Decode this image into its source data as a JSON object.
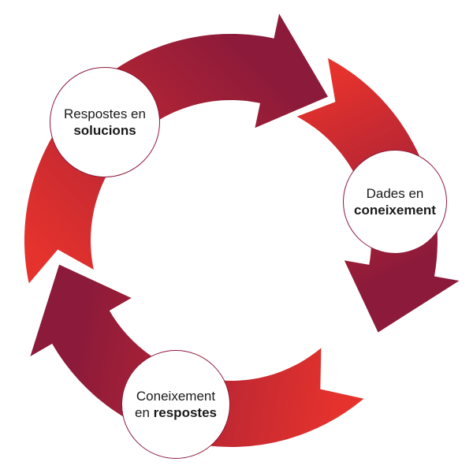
{
  "colors": {
    "start": "#e5322d",
    "end": "#8c1a3a",
    "circle_border": "#8c1a3a"
  },
  "nodes": [
    {
      "line1": "Respostes en",
      "line2_bold": "solucions"
    },
    {
      "line1": "Dades en",
      "line2_bold": "coneixement"
    },
    {
      "line1": "Coneixement",
      "line2_prefix": "en ",
      "line2_bold": "respostes"
    }
  ]
}
